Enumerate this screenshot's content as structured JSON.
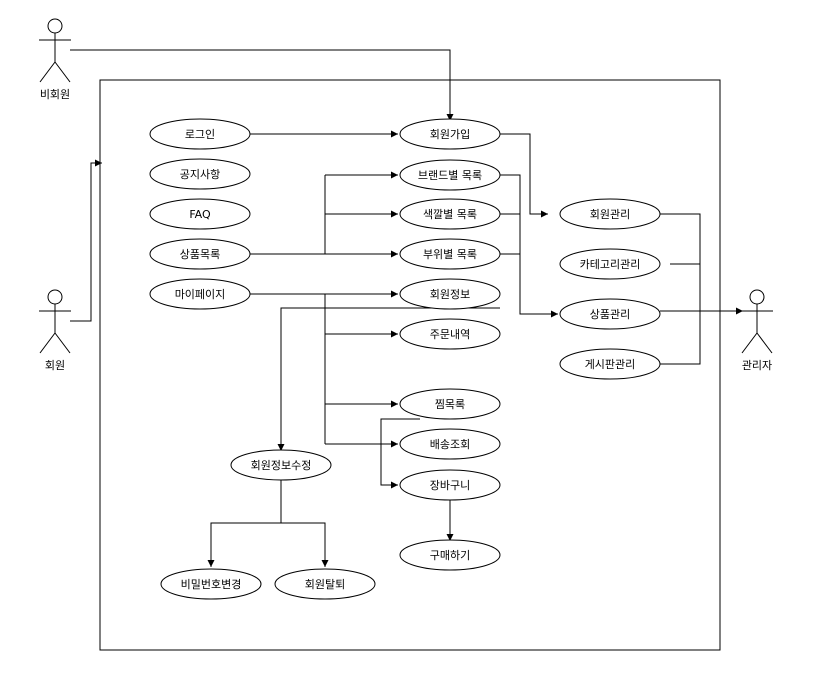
{
  "actors": {
    "guest": "비회원",
    "member": "회원",
    "admin": "관리자"
  },
  "usecases": {
    "login": "로그인",
    "notice": "공지사항",
    "faq": "FAQ",
    "product_list": "상품목록",
    "mypage": "마이페이지",
    "signup": "회원가입",
    "brand_list": "브랜드별 목록",
    "color_list": "색깔별 목록",
    "part_list": "부위별 목록",
    "member_info": "회원정보",
    "order_history": "주문내역",
    "wishlist": "찜목록",
    "delivery": "배송조회",
    "cart": "장바구니",
    "purchase": "구매하기",
    "member_edit": "회원정보수정",
    "change_password": "비밀번호변경",
    "withdraw": "회원탈퇴",
    "member_manage": "회원관리",
    "category_manage": "카테고리관리",
    "product_manage": "상품관리",
    "board_manage": "게시판관리"
  }
}
